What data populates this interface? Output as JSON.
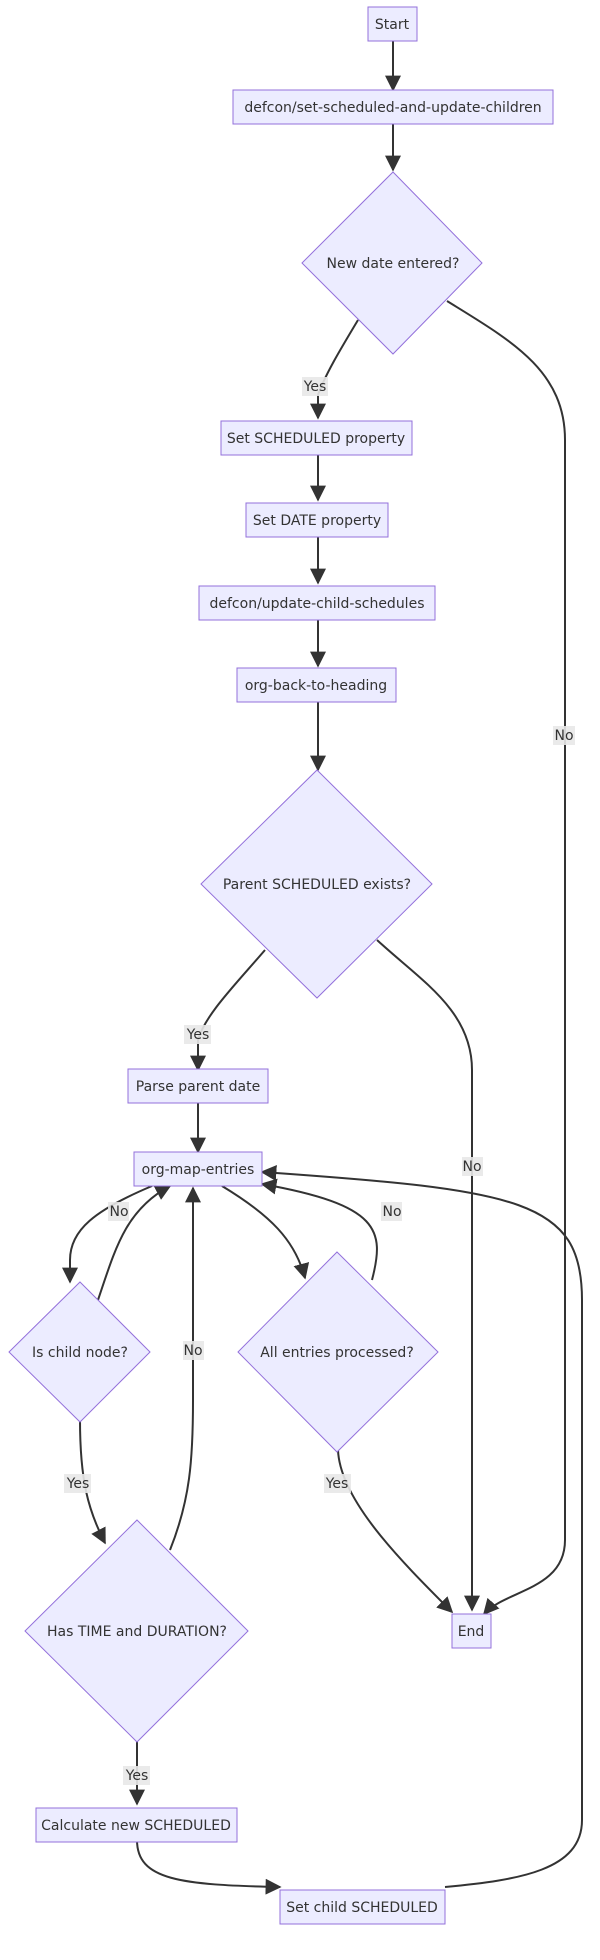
{
  "nodes": {
    "start": "Start",
    "set_scheduled_and_update_children": "defcon/set-scheduled-and-update-children",
    "new_date_entered": "New date entered?",
    "set_scheduled_property": "Set SCHEDULED property",
    "set_date_property": "Set DATE property",
    "update_child_schedules": "defcon/update-child-schedules",
    "org_back_to_heading": "org-back-to-heading",
    "parent_scheduled_exists": "Parent SCHEDULED exists?",
    "parse_parent_date": "Parse parent date",
    "org_map_entries": "org-map-entries",
    "is_child_node": "Is child node?",
    "all_entries_processed": "All entries processed?",
    "has_time_and_duration": "Has TIME and DURATION?",
    "end": "End",
    "calculate_new_scheduled": "Calculate new SCHEDULED",
    "set_child_scheduled": "Set child SCHEDULED"
  },
  "edge_labels": {
    "yes": "Yes",
    "no": "No"
  },
  "colors": {
    "node_fill": "#ECECFF",
    "node_stroke": "#9370DB",
    "edge": "#333333",
    "label_bg": "#e8e8e8"
  }
}
